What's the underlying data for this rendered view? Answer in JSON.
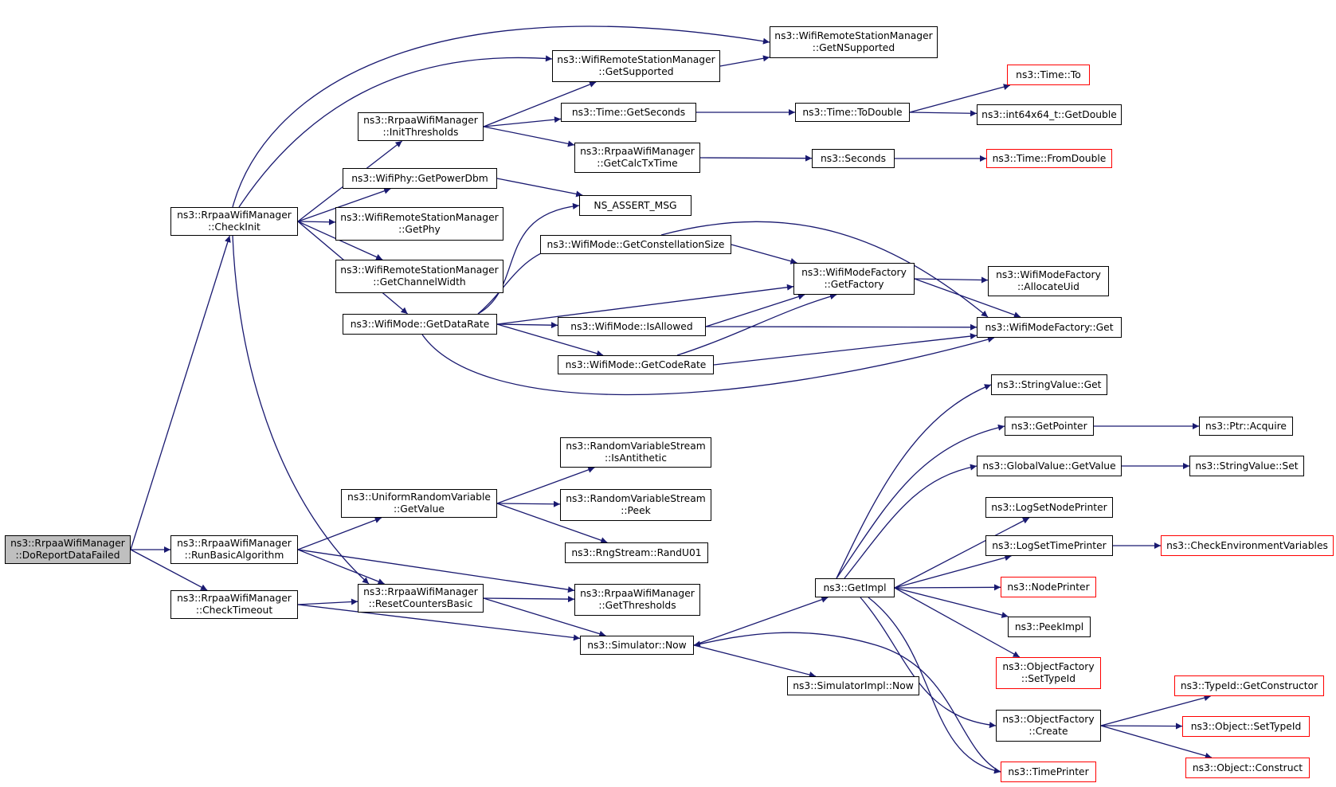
{
  "colors": {
    "edge": "#191970",
    "border": "#000000",
    "external_border": "#ff0000",
    "root_fill": "#bfbfbf"
  },
  "nodes": [
    {
      "id": "doreport",
      "line1": "ns3::RrpaaWifiManager",
      "line2": "::DoReportDataFailed",
      "style": "root"
    },
    {
      "id": "checkinit",
      "line1": "ns3::RrpaaWifiManager",
      "line2": "::CheckInit"
    },
    {
      "id": "runbasic",
      "line1": "ns3::RrpaaWifiManager",
      "line2": "::RunBasicAlgorithm"
    },
    {
      "id": "checktimeout",
      "line1": "ns3::RrpaaWifiManager",
      "line2": "::CheckTimeout"
    },
    {
      "id": "initthresholds",
      "line1": "ns3::RrpaaWifiManager",
      "line2": "::InitThresholds"
    },
    {
      "id": "getpowerdbm",
      "line1": "ns3::WifiPhy::GetPowerDbm",
      "line2": ""
    },
    {
      "id": "getphy",
      "line1": "ns3::WifiRemoteStationManager",
      "line2": "::GetPhy"
    },
    {
      "id": "getchannelwidth",
      "line1": "ns3::WifiRemoteStationManager",
      "line2": "::GetChannelWidth"
    },
    {
      "id": "getdatarate",
      "line1": "ns3::WifiMode::GetDataRate",
      "line2": ""
    },
    {
      "id": "getsupported",
      "line1": "ns3::WifiRemoteStationManager",
      "line2": "::GetSupported"
    },
    {
      "id": "getnsupported",
      "line1": "ns3::WifiRemoteStationManager",
      "line2": "::GetNSupported"
    },
    {
      "id": "timegetseconds",
      "line1": "ns3::Time::GetSeconds",
      "line2": ""
    },
    {
      "id": "getcalctxtime",
      "line1": "ns3::RrpaaWifiManager",
      "line2": "::GetCalcTxTime"
    },
    {
      "id": "nsassert",
      "line1": "NS_ASSERT_MSG",
      "line2": ""
    },
    {
      "id": "getconstellation",
      "line1": "ns3::WifiMode::GetConstellationSize",
      "line2": ""
    },
    {
      "id": "isallowed",
      "line1": "ns3::WifiMode::IsAllowed",
      "line2": ""
    },
    {
      "id": "getcoderate",
      "line1": "ns3::WifiMode::GetCodeRate",
      "line2": ""
    },
    {
      "id": "timeto",
      "line1": "ns3::Time::To",
      "line2": "",
      "style": "red"
    },
    {
      "id": "todouble",
      "line1": "ns3::Time::ToDouble",
      "line2": ""
    },
    {
      "id": "int64getdouble",
      "line1": "ns3::int64x64_t::GetDouble",
      "line2": ""
    },
    {
      "id": "seconds",
      "line1": "ns3::Seconds",
      "line2": ""
    },
    {
      "id": "fromdouble",
      "line1": "ns3::Time::FromDouble",
      "line2": "",
      "style": "red"
    },
    {
      "id": "getfactory",
      "line1": "ns3::WifiModeFactory",
      "line2": "::GetFactory"
    },
    {
      "id": "allocateuid",
      "line1": "ns3::WifiModeFactory",
      "line2": "::AllocateUid"
    },
    {
      "id": "wmfget",
      "line1": "ns3::WifiModeFactory::Get",
      "line2": ""
    },
    {
      "id": "urvgetvalue",
      "line1": "ns3::UniformRandomVariable",
      "line2": "::GetValue"
    },
    {
      "id": "isantithetic",
      "line1": "ns3::RandomVariableStream",
      "line2": "::IsAntithetic"
    },
    {
      "id": "peek",
      "line1": "ns3::RandomVariableStream",
      "line2": "::Peek"
    },
    {
      "id": "randu01",
      "line1": "ns3::RngStream::RandU01",
      "line2": ""
    },
    {
      "id": "resetcounters",
      "line1": "ns3::RrpaaWifiManager",
      "line2": "::ResetCountersBasic"
    },
    {
      "id": "getthresholds",
      "line1": "ns3::RrpaaWifiManager",
      "line2": "::GetThresholds"
    },
    {
      "id": "simnow",
      "line1": "ns3::Simulator::Now",
      "line2": ""
    },
    {
      "id": "simimplnow",
      "line1": "ns3::SimulatorImpl::Now",
      "line2": ""
    },
    {
      "id": "getimpl",
      "line1": "ns3::GetImpl",
      "line2": ""
    },
    {
      "id": "stringvalueget",
      "line1": "ns3::StringValue::Get",
      "line2": ""
    },
    {
      "id": "getpointer",
      "line1": "ns3::GetPointer",
      "line2": ""
    },
    {
      "id": "ptracquire",
      "line1": "ns3::Ptr::Acquire",
      "line2": ""
    },
    {
      "id": "globalgetvalue",
      "line1": "ns3::GlobalValue::GetValue",
      "line2": ""
    },
    {
      "id": "stringvalueset",
      "line1": "ns3::StringValue::Set",
      "line2": ""
    },
    {
      "id": "logsetnodeprinter",
      "line1": "ns3::LogSetNodePrinter",
      "line2": ""
    },
    {
      "id": "logsettimeprinter",
      "line1": "ns3::LogSetTimePrinter",
      "line2": ""
    },
    {
      "id": "checkenv",
      "line1": "ns3::CheckEnvironmentVariables",
      "line2": "",
      "style": "red"
    },
    {
      "id": "nodeprinter",
      "line1": "ns3::NodePrinter",
      "line2": "",
      "style": "red"
    },
    {
      "id": "peekimpl",
      "line1": "ns3::PeekImpl",
      "line2": ""
    },
    {
      "id": "ofsettypeid",
      "line1": "ns3::ObjectFactory",
      "line2": "::SetTypeId",
      "style": "red"
    },
    {
      "id": "ofcreate",
      "line1": "ns3::ObjectFactory",
      "line2": "::Create"
    },
    {
      "id": "timeprinter",
      "line1": "ns3::TimePrinter",
      "line2": "",
      "style": "red"
    },
    {
      "id": "typeidgetctor",
      "line1": "ns3::TypeId::GetConstructor",
      "line2": "",
      "style": "red"
    },
    {
      "id": "objsettypeid",
      "line1": "ns3::Object::SetTypeId",
      "line2": "",
      "style": "red"
    },
    {
      "id": "objconstruct",
      "line1": "ns3::Object::Construct",
      "line2": "",
      "style": "red"
    }
  ],
  "edges": [
    [
      "doreport",
      "checkinit"
    ],
    [
      "doreport",
      "runbasic"
    ],
    [
      "doreport",
      "checktimeout"
    ],
    [
      "checkinit",
      "initthresholds"
    ],
    [
      "checkinit",
      "getpowerdbm"
    ],
    [
      "checkinit",
      "getphy"
    ],
    [
      "checkinit",
      "getchannelwidth"
    ],
    [
      "checkinit",
      "getdatarate"
    ],
    [
      "checkinit",
      "getsupported"
    ],
    [
      "checkinit",
      "getnsupported"
    ],
    [
      "checkinit",
      "resetcounters"
    ],
    [
      "initthresholds",
      "getsupported"
    ],
    [
      "initthresholds",
      "timegetseconds"
    ],
    [
      "initthresholds",
      "getcalctxtime"
    ],
    [
      "getsupported",
      "getnsupported"
    ],
    [
      "getpowerdbm",
      "nsassert"
    ],
    [
      "getdatarate",
      "nsassert"
    ],
    [
      "getdatarate",
      "getconstellation"
    ],
    [
      "getdatarate",
      "getfactory"
    ],
    [
      "getdatarate",
      "isallowed"
    ],
    [
      "getdatarate",
      "getcoderate"
    ],
    [
      "getdatarate",
      "wmfget"
    ],
    [
      "getconstellation",
      "getfactory"
    ],
    [
      "getconstellation",
      "wmfget"
    ],
    [
      "isallowed",
      "getfactory"
    ],
    [
      "isallowed",
      "wmfget"
    ],
    [
      "getcoderate",
      "getfactory"
    ],
    [
      "getcoderate",
      "wmfget"
    ],
    [
      "getfactory",
      "allocateuid"
    ],
    [
      "getfactory",
      "wmfget"
    ],
    [
      "timegetseconds",
      "todouble"
    ],
    [
      "todouble",
      "timeto"
    ],
    [
      "todouble",
      "int64getdouble"
    ],
    [
      "getcalctxtime",
      "seconds"
    ],
    [
      "seconds",
      "fromdouble"
    ],
    [
      "runbasic",
      "urvgetvalue"
    ],
    [
      "runbasic",
      "resetcounters"
    ],
    [
      "runbasic",
      "getthresholds"
    ],
    [
      "urvgetvalue",
      "isantithetic"
    ],
    [
      "urvgetvalue",
      "peek"
    ],
    [
      "urvgetvalue",
      "randu01"
    ],
    [
      "checktimeout",
      "resetcounters"
    ],
    [
      "checktimeout",
      "simnow"
    ],
    [
      "resetcounters",
      "getthresholds"
    ],
    [
      "resetcounters",
      "simnow"
    ],
    [
      "simnow",
      "getimpl"
    ],
    [
      "simnow",
      "simimplnow"
    ],
    [
      "getimpl",
      "stringvalueget"
    ],
    [
      "getimpl",
      "getpointer"
    ],
    [
      "getimpl",
      "globalgetvalue"
    ],
    [
      "getimpl",
      "logsetnodeprinter"
    ],
    [
      "getimpl",
      "logsettimeprinter"
    ],
    [
      "getimpl",
      "nodeprinter"
    ],
    [
      "getimpl",
      "peekimpl"
    ],
    [
      "getimpl",
      "ofsettypeid"
    ],
    [
      "getimpl",
      "ofcreate"
    ],
    [
      "getimpl",
      "timeprinter"
    ],
    [
      "getpointer",
      "ptracquire"
    ],
    [
      "globalgetvalue",
      "stringvalueset"
    ],
    [
      "logsettimeprinter",
      "checkenv"
    ],
    [
      "ofcreate",
      "typeidgetctor"
    ],
    [
      "ofcreate",
      "objsettypeid"
    ],
    [
      "ofcreate",
      "objconstruct"
    ],
    [
      "timeprinter",
      "simnow"
    ]
  ]
}
